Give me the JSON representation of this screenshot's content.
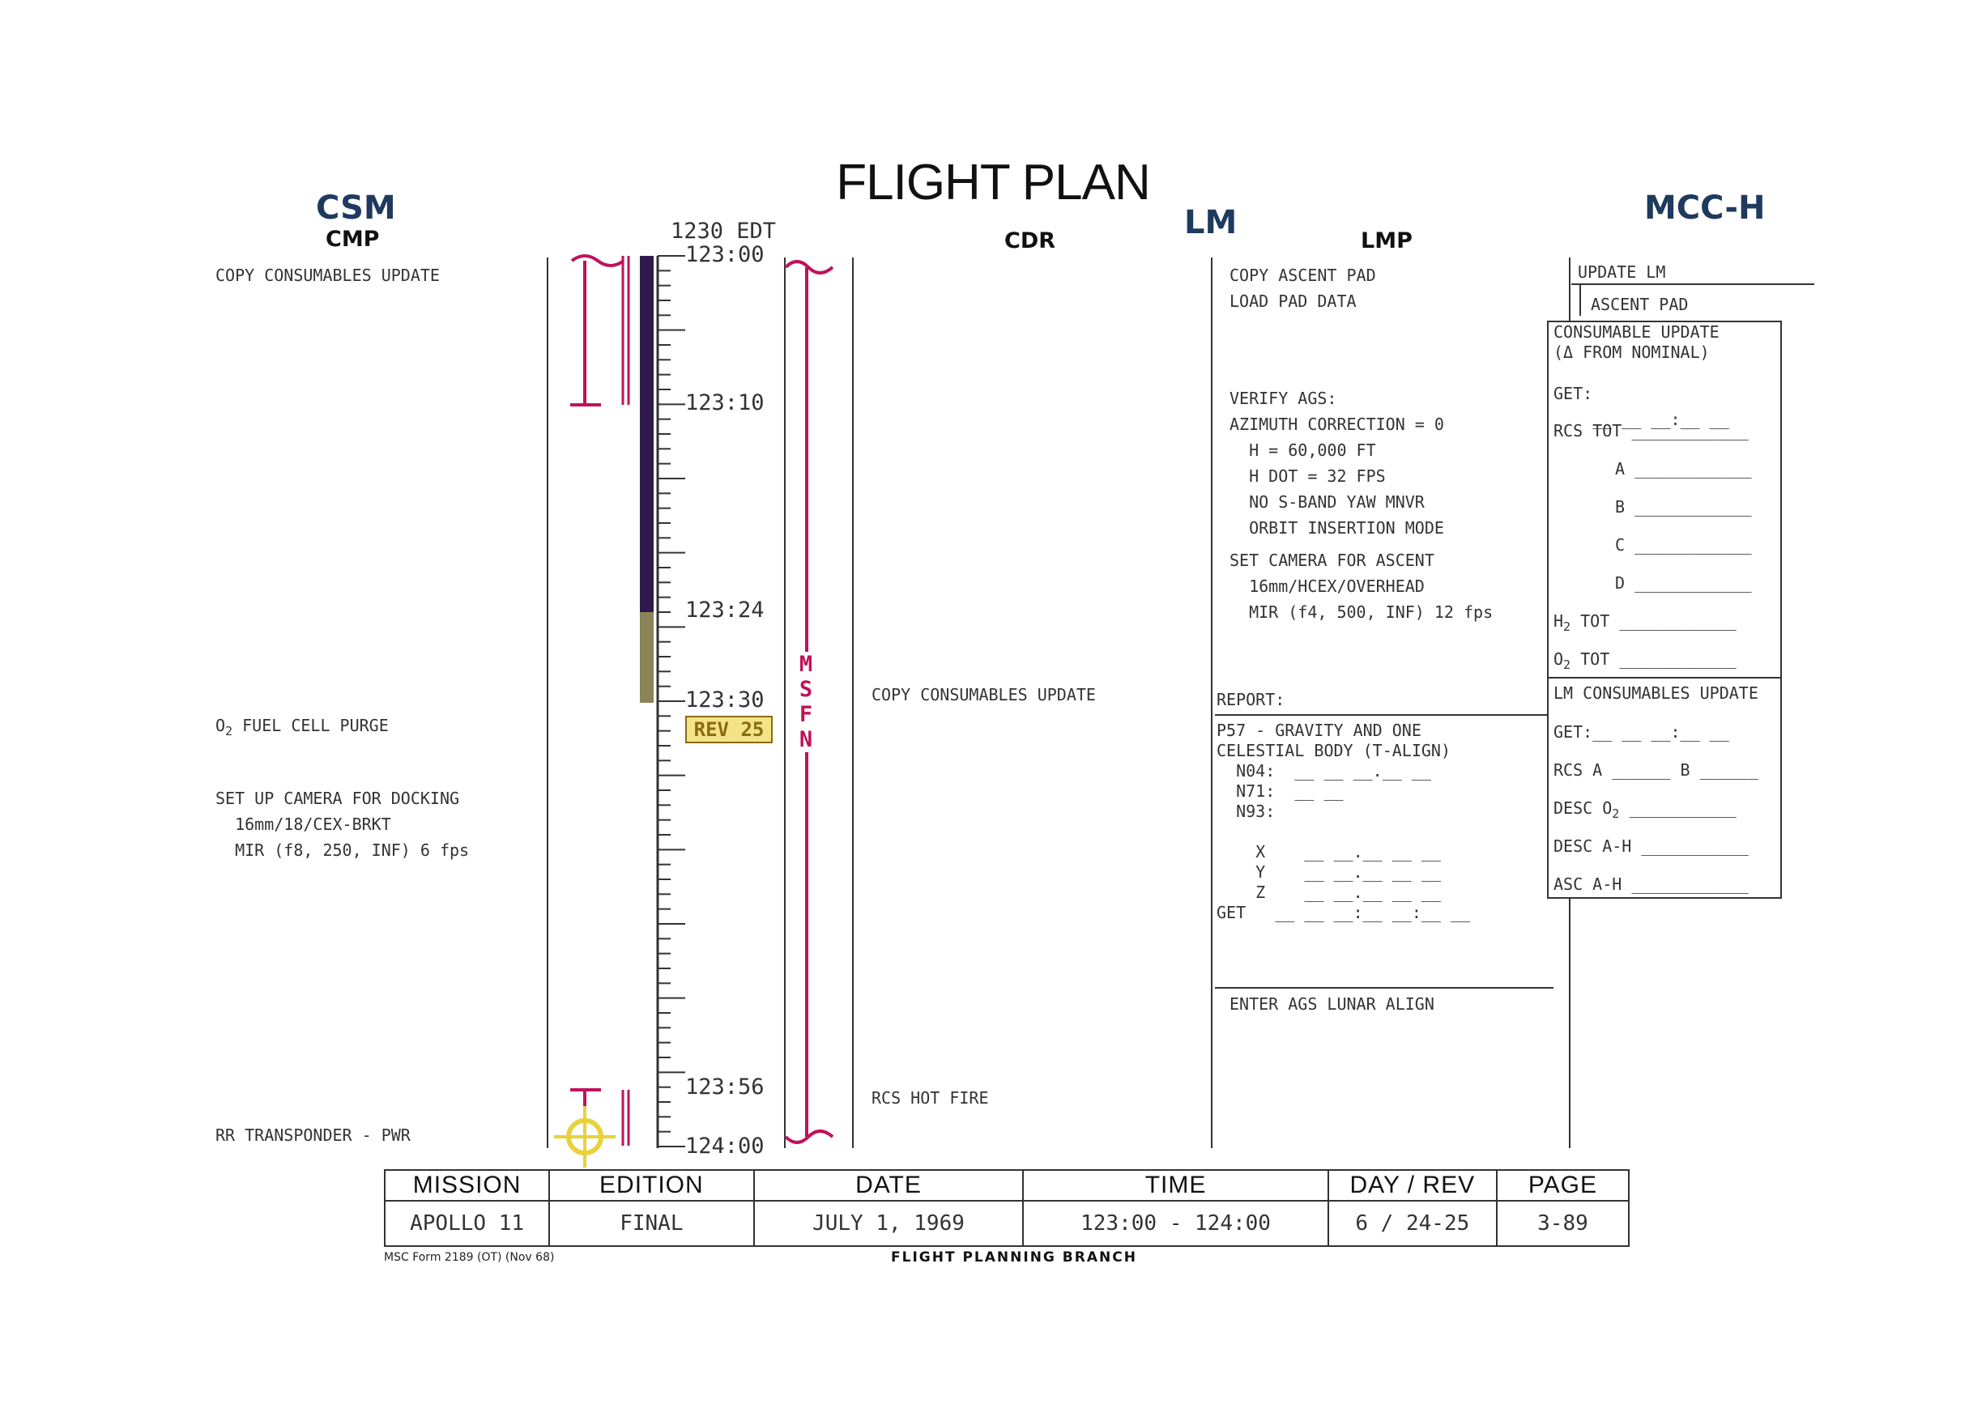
{
  "title": "FLIGHT PLAN",
  "headers": {
    "csm": "CSM",
    "cmp": "CMP",
    "lm": "LM",
    "cdr": "CDR",
    "lmp": "LMP",
    "mcc": "MCC-H",
    "edt": "1230 EDT"
  },
  "timeline": {
    "t1": "123:00",
    "t2": "123:10",
    "t3": "123:24",
    "t4": "123:30",
    "t5": "123:56",
    "t6": "124:00",
    "rev": "REV 25",
    "msfn": "M\nS\nF\nN"
  },
  "cmp": {
    "l1": "COPY CONSUMABLES UPDATE",
    "o2_sub": "2",
    "o2_txt": " FUEL CELL PURGE",
    "cam1": "SET UP CAMERA FOR DOCKING",
    "cam2": "  16mm/18/CEX-BRKT",
    "cam3": "  MIR (f8, 250, INF) 6 fps",
    "rr": "RR TRANSPONDER - PWR"
  },
  "cdr": {
    "copy": "COPY CONSUMABLES UPDATE",
    "rcs": "RCS HOT FIRE"
  },
  "lmp": {
    "l1": "COPY ASCENT PAD",
    "l2": "LOAD PAD DATA",
    "ags": "VERIFY AGS:\nAZIMUTH CORRECTION = 0\n  H = 60,000 FT\n  H DOT = 32 FPS\n  NO S-BAND YAW MNVR\n  ORBIT INSERTION MODE",
    "cam": "SET CAMERA FOR ASCENT\n  16mm/HCEX/OVERHEAD\n  MIR (f4, 500, INF) 12 fps",
    "report": "REPORT:",
    "p57": "P57 - GRAVITY AND ONE\nCELESTIAL BODY (T-ALIGN)\n  N04:  __ __ __.__ __\n  N71:  __ __\n  N93:\n\n    X    __ __.__ __ __\n    Y    __ __.__ __ __\n    Z    __ __.__ __ __\nGET   __ __ __:__ __:__ __",
    "enter": "ENTER AGS LUNAR ALIGN"
  },
  "mcc": {
    "update": "UPDATE LM",
    "ascent": "ASCENT PAD",
    "cons_title": "CONSUMABLE UPDATE\n(Δ FROM NOMINAL)",
    "cons_get": "GET:\n    __ __ __:__ __",
    "rcs_tot": "RCS TOT ____________",
    "a": "A ____________",
    "b": "B ____________",
    "c": "C ____________",
    "d": "D ____________",
    "h2_sym": "H",
    "h2_sub": "2",
    "h2_rest": " TOT ____________",
    "o2_sym": "O",
    "o2_sub": "2",
    "o2_rest": " TOT ____________",
    "lm_title": "LM CONSUMABLES UPDATE",
    "lm_get": "GET:__ __ __:__ __",
    "lm_rcs": "RCS A ______ B ______",
    "desc_o2_pre": "DESC O",
    "desc_o2_sub": "2",
    "desc_o2_rest": " ___________",
    "desc_ah": "DESC A-H ___________",
    "asc_ah": "ASC A-H ____________"
  },
  "footer": {
    "headers": [
      "MISSION",
      "EDITION",
      "DATE",
      "TIME",
      "DAY / REV",
      "PAGE"
    ],
    "values": [
      "APOLLO 11",
      "FINAL",
      "JULY 1, 1969",
      "123:00 - 124:00",
      "6 / 24-25",
      "3-89"
    ],
    "form": "MSC Form 2189 (OT) (Nov 68)",
    "branch": "FLIGHT PLANNING BRANCH"
  },
  "colors": {
    "header_blue": "#1f3a5f",
    "msfn_red": "#c0125a",
    "dark_purple": "#2e1a4f",
    "olive": "#8a8558",
    "rev_fill": "#f3e28a"
  }
}
